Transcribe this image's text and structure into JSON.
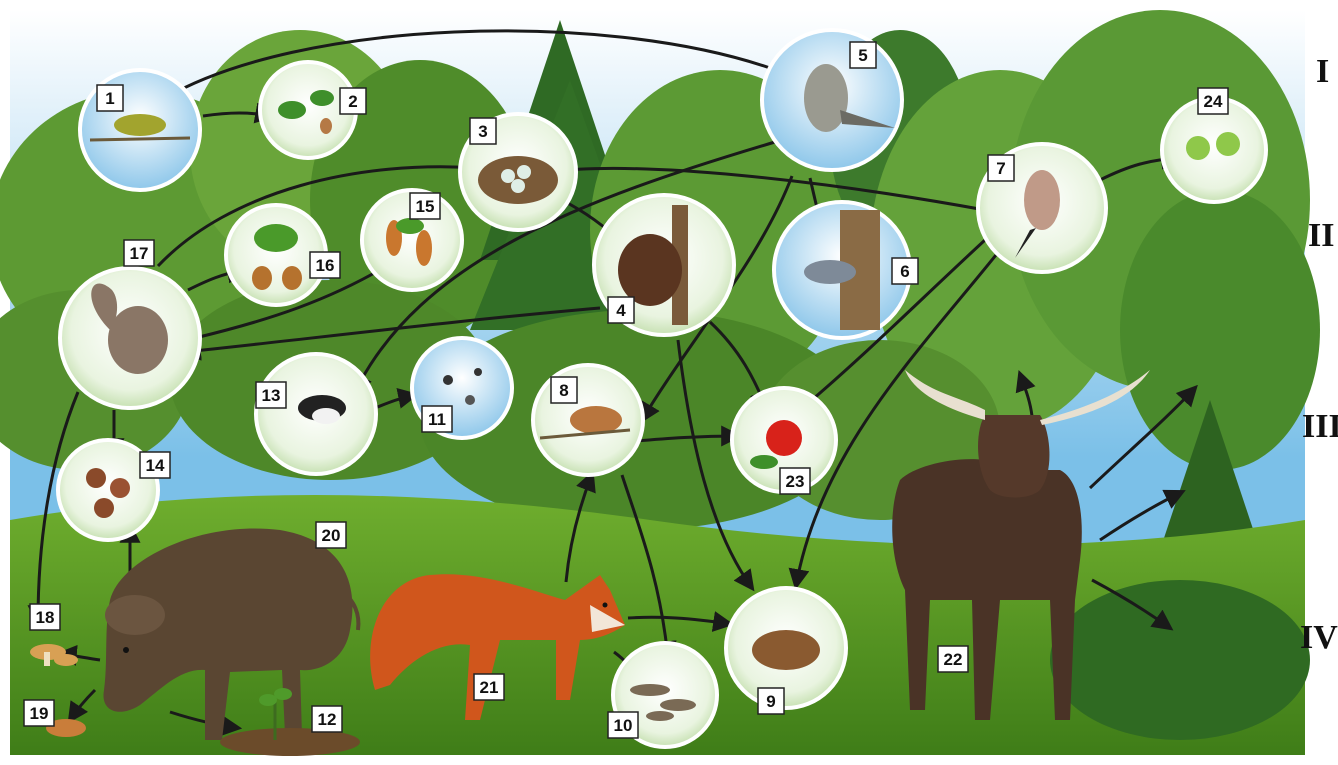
{
  "tiers": [
    "I",
    "II",
    "III",
    "IV"
  ],
  "organisms": {
    "o1": "1",
    "o2": "2",
    "o3": "3",
    "o4": "4",
    "o5": "5",
    "o6": "6",
    "o7": "7",
    "o8": "8",
    "o9": "9",
    "o10": "10",
    "o11": "11",
    "o12": "12",
    "o13": "13",
    "o14": "14",
    "o15": "15",
    "o16": "16",
    "o17": "17",
    "o18": "18",
    "o19": "19",
    "o20": "20",
    "o21": "21",
    "o22": "22",
    "o23": "23",
    "o24": "24"
  },
  "links": [
    [
      "5",
      "1"
    ],
    [
      "1",
      "2"
    ],
    [
      "5",
      "6"
    ],
    [
      "5",
      "8"
    ],
    [
      "5",
      "13"
    ],
    [
      "7",
      "3"
    ],
    [
      "7",
      "24"
    ],
    [
      "7",
      "23"
    ],
    [
      "7",
      "9"
    ],
    [
      "4",
      "3"
    ],
    [
      "4",
      "17"
    ],
    [
      "4",
      "23"
    ],
    [
      "4",
      "9"
    ],
    [
      "17",
      "3"
    ],
    [
      "17",
      "16"
    ],
    [
      "17",
      "15"
    ],
    [
      "17",
      "14"
    ],
    [
      "17",
      "18"
    ],
    [
      "13",
      "11"
    ],
    [
      "8",
      "23"
    ],
    [
      "8",
      "10"
    ],
    [
      "21",
      "8"
    ],
    [
      "21",
      "9"
    ],
    [
      "21",
      "10"
    ],
    [
      "20",
      "14"
    ],
    [
      "20",
      "18"
    ],
    [
      "20",
      "19"
    ],
    [
      "20",
      "12"
    ],
    [
      "22",
      "trees"
    ]
  ]
}
